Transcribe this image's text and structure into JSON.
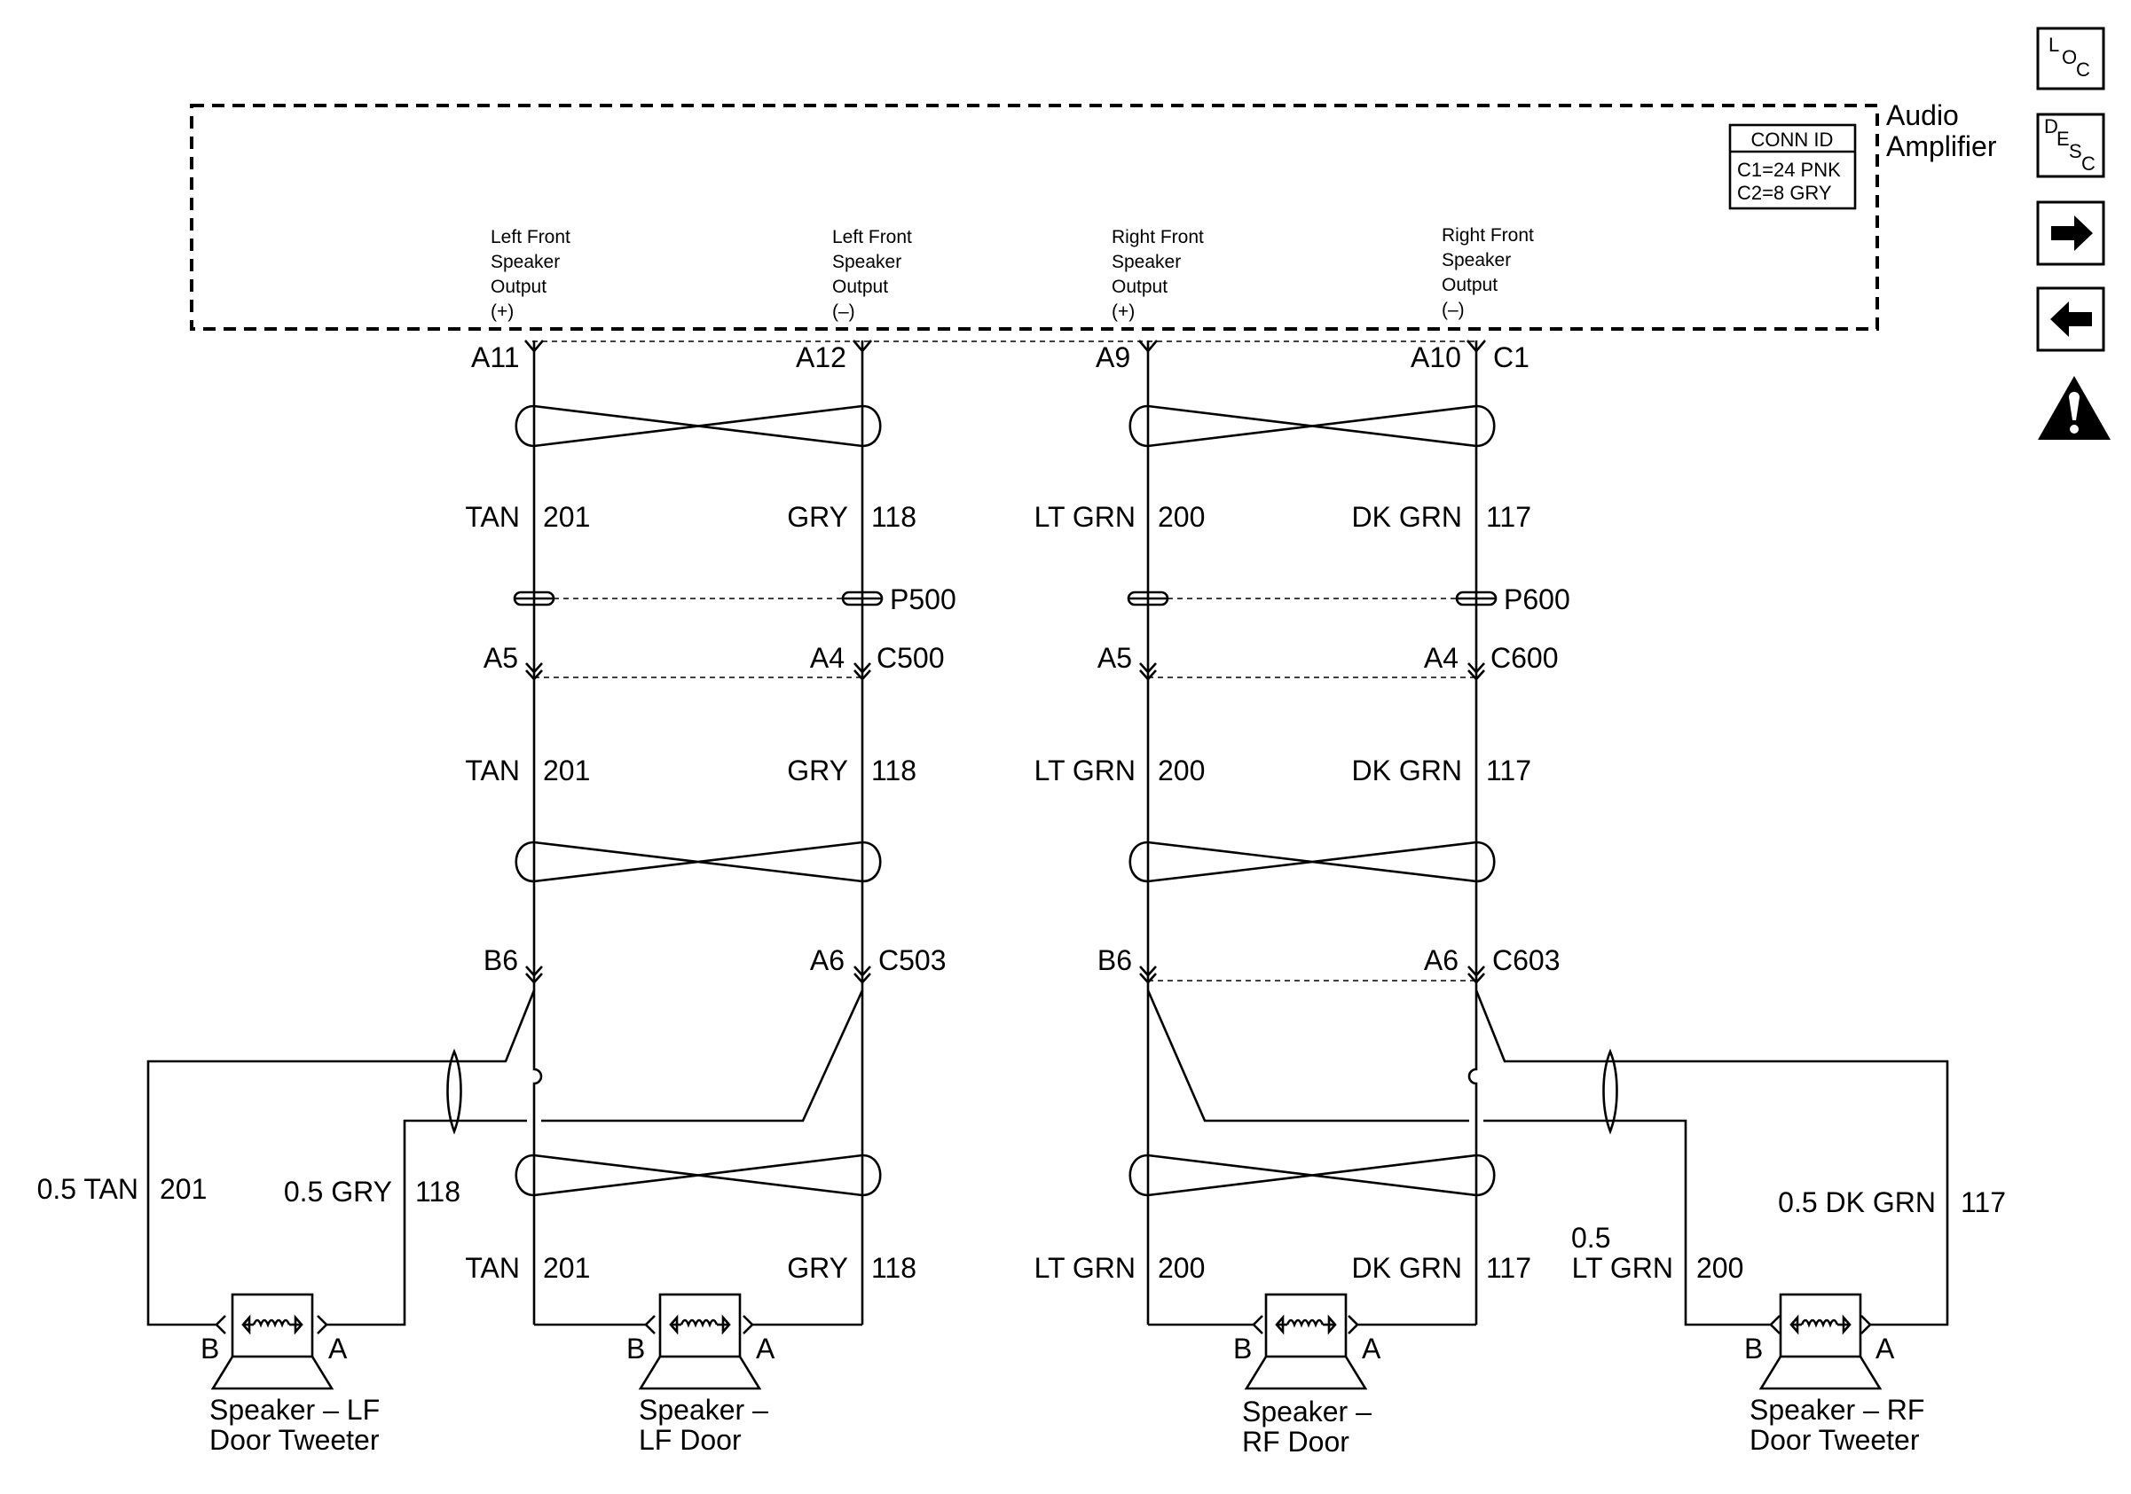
{
  "amplifier": {
    "name_line1": "Audio",
    "name_line2": "Amplifier",
    "conn_title": "CONN ID",
    "conn_c1": "C1=24 PNK",
    "conn_c2": "C2=8 GRY"
  },
  "outputs": [
    {
      "l1": "Left Front",
      "l2": "Speaker",
      "l3": "Output",
      "l4": "(+)"
    },
    {
      "l1": "Left Front",
      "l2": "Speaker",
      "l3": "Output",
      "l4": "(–)"
    },
    {
      "l1": "Right Front",
      "l2": "Speaker",
      "l3": "Output",
      "l4": "(+)"
    },
    {
      "l1": "Right Front",
      "l2": "Speaker",
      "l3": "Output",
      "l4": "(–)"
    }
  ],
  "pins_top": [
    "A11",
    "A12",
    "A9",
    "A10",
    "C1"
  ],
  "wires": [
    {
      "color": "TAN",
      "circuit": "201"
    },
    {
      "color": "GRY",
      "circuit": "118"
    },
    {
      "color": "LT GRN",
      "circuit": "200"
    },
    {
      "color": "DK GRN",
      "circuit": "117"
    }
  ],
  "splices": [
    "P500",
    "P600"
  ],
  "conn_500": {
    "pins": [
      "A5",
      "A4"
    ],
    "name": "C500"
  },
  "conn_600": {
    "pins": [
      "A5",
      "A4"
    ],
    "name": "C600"
  },
  "conn_503": {
    "pins": [
      "B6",
      "A6"
    ],
    "name": "C503"
  },
  "conn_603": {
    "pins": [
      "B6",
      "A6"
    ],
    "name": "C603"
  },
  "tweeter_wires": {
    "lf_tan": {
      "color": "0.5 TAN",
      "circuit": "201"
    },
    "lf_gry": {
      "color": "0.5 GRY",
      "circuit": "118"
    },
    "rf_dkgrn": {
      "color": "0.5 DK GRN",
      "circuit": "117"
    },
    "rf_ltgrn": {
      "color_l1": "0.5",
      "color_l2": "LT GRN",
      "circuit": "200"
    }
  },
  "speakers": [
    {
      "l1": "Speaker –  LF",
      "l2": "Door Tweeter",
      "pin_b": "B",
      "pin_a": "A"
    },
    {
      "l1": "Speaker –",
      "l2": "LF Door",
      "pin_b": "B",
      "pin_a": "A"
    },
    {
      "l1": "Speaker –",
      "l2": "RF Door",
      "pin_b": "B",
      "pin_a": "A"
    },
    {
      "l1": "Speaker –  RF",
      "l2": "Door Tweeter",
      "pin_b": "B",
      "pin_a": "A"
    }
  ],
  "nav": {
    "loc_l": "L",
    "loc_o": "O",
    "loc_c": "C",
    "desc_d": "D",
    "desc_e": "E",
    "desc_s": "S",
    "desc_c": "C"
  }
}
